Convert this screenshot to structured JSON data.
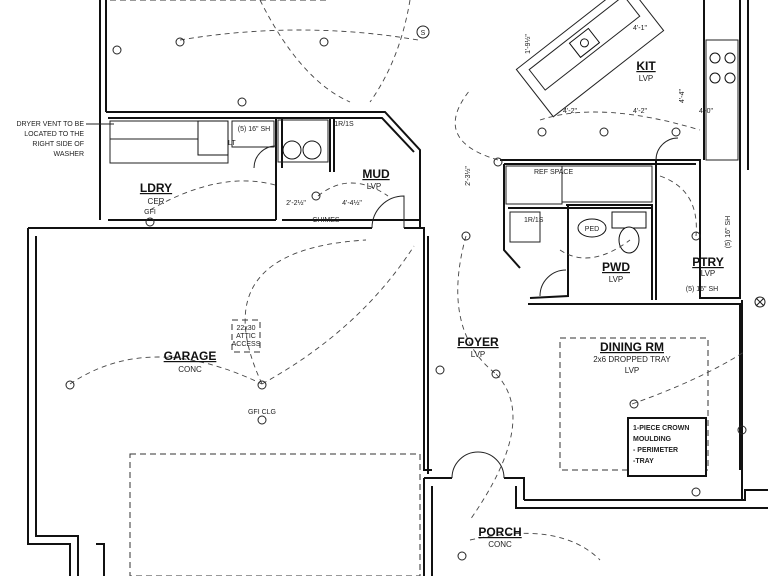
{
  "rooms": {
    "ldry": {
      "name": "LDRY",
      "material": "CER"
    },
    "mud": {
      "name": "MUD",
      "material": "LVP"
    },
    "garage": {
      "name": "GARAGE",
      "material": "CONC"
    },
    "kit": {
      "name": "KIT",
      "material": "LVP"
    },
    "pwd": {
      "name": "PWD",
      "material": "LVP"
    },
    "ptry": {
      "name": "PTRY",
      "material": "LVP"
    },
    "foyer": {
      "name": "FOYER",
      "material": "LVP"
    },
    "dining": {
      "name": "DINING RM",
      "material": "2x6 DROPPED TRAY",
      "material2": "LVP"
    },
    "porch": {
      "name": "PORCH",
      "material": "CONC"
    }
  },
  "notes": {
    "dryer_vent": [
      "DRYER VENT TO BE",
      "LOCATED TO THE",
      "RIGHT SIDE OF",
      "WASHER"
    ],
    "crown": [
      "1-PIECE CROWN",
      "MOULDING",
      "- PERIMETER",
      "-TRAY"
    ],
    "attic": [
      "22x30",
      "ATTIC",
      "ACCESS"
    ]
  },
  "labels": {
    "shelf_ldry": "(5) 16\" SH",
    "shelf_ptry": "(5) 16\" SH",
    "shelf_ptry_side": "(5) 16\" SH",
    "one_r_one_s_top": "1R/1S",
    "one_r_one_s_pwd": "1R/1S",
    "lt": "LT",
    "dim_mud_a": "2'-2½\"",
    "dim_mud_b": "4'-4½\"",
    "chimes": "CHIMES",
    "gfi_clg": "GFI CLG",
    "gfi": "GFI",
    "ref_space": "REF SPACE",
    "dim_kit_a": "4'-2\"",
    "dim_kit_b": "4'-2\"",
    "dim_kit_c": "4'-0\"",
    "dim_kit_d": "4'-4\"",
    "dim_kit_e": "1'-9½\"",
    "dim_kit_f": "4'-1\"",
    "pwd_fixture": "PED",
    "symbol_s": "S",
    "dim_foyer": "2'-3½\""
  }
}
